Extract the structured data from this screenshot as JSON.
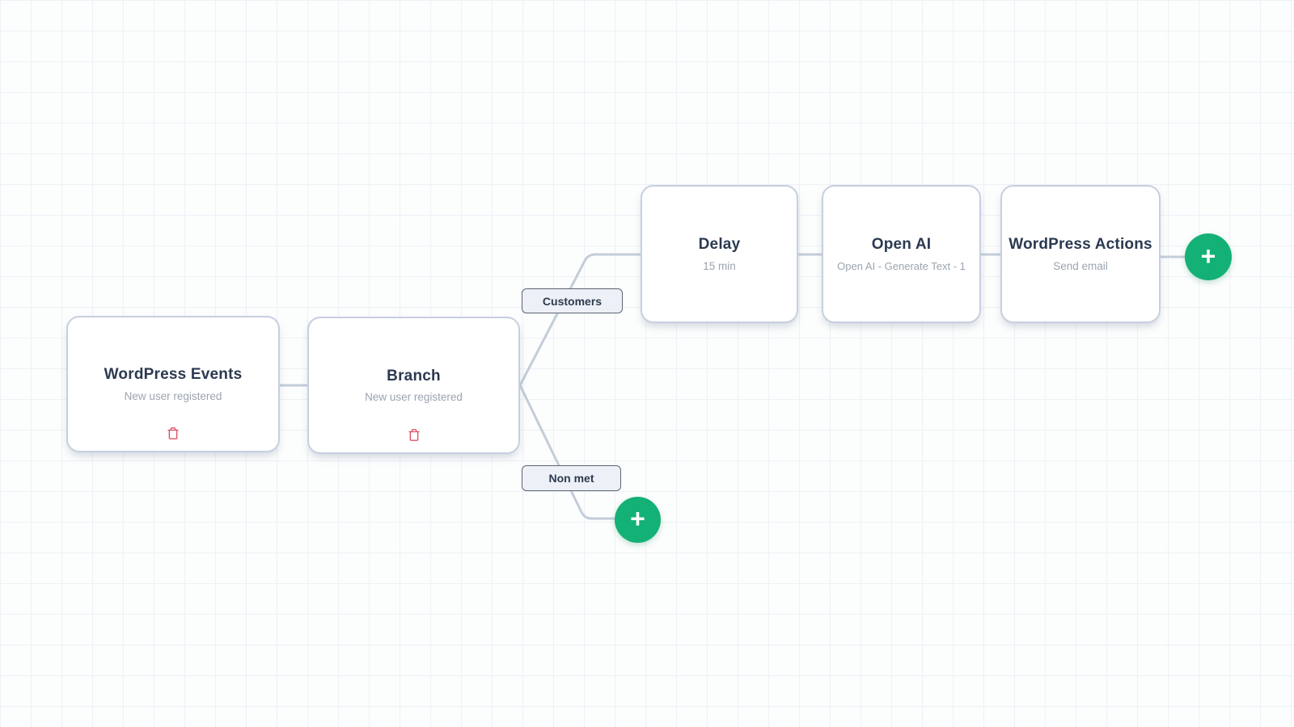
{
  "canvas": {
    "background": "#fcfdfd",
    "grid_line_color": "#edf1f6",
    "edge_color": "#c3cdda",
    "accent_green": "#14b176",
    "delete_red": "#dc5066"
  },
  "nodes": [
    {
      "title": "WordPress Events",
      "subtitle": "New user registered",
      "has_delete": true
    },
    {
      "title": "Branch",
      "subtitle": "New user registered",
      "has_delete": true
    },
    {
      "title": "Delay",
      "subtitle": "15 min",
      "has_delete": false
    },
    {
      "title": "Open AI",
      "subtitle": "Open AI - Generate Text - 1",
      "has_delete": false
    },
    {
      "title": "WordPress Actions",
      "subtitle": "Send email",
      "has_delete": false
    }
  ],
  "edge_labels": [
    {
      "text": "Customers"
    },
    {
      "text": "Non met"
    }
  ],
  "add_buttons": [
    {
      "symbol": "+"
    },
    {
      "symbol": "+"
    }
  ]
}
